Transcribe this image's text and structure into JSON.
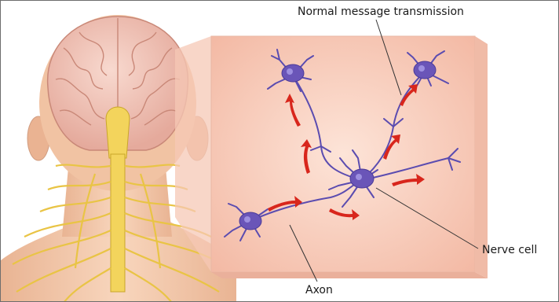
{
  "labels": {
    "normal_transmission": "Normal message transmission",
    "nerve_cell": "Nerve cell",
    "axon": "Axon"
  },
  "colors": {
    "panel_fill": "#f6c9b8",
    "skin": "#f3c8a8",
    "brain": "#f0c0b4",
    "spinal_cord": "#f2d35a",
    "neuron_body": "#6a55b8",
    "neuron_process": "#5b4cb0",
    "signal_arrow": "#d8261c",
    "leader_line": "#333333"
  }
}
